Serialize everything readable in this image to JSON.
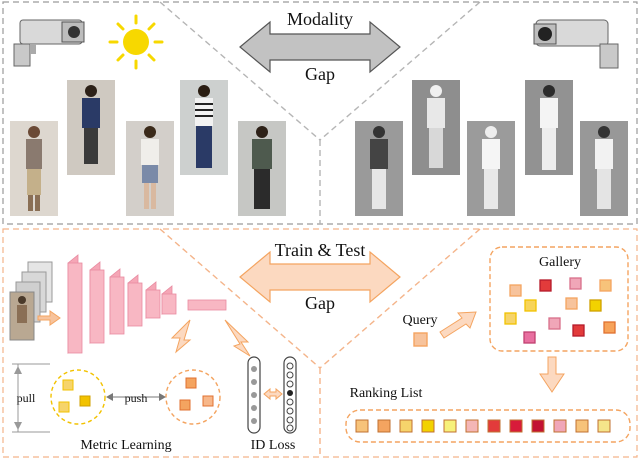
{
  "top_panel": {
    "arrow_label_top": "Modality",
    "arrow_label_bottom": "Gap",
    "visible_images": 5,
    "infrared_images": 5
  },
  "bottom_panel": {
    "arrow_label_top": "Train & Test",
    "arrow_label_bottom": "Gap",
    "metric_learning_label": "Metric Learning",
    "id_loss_label": "ID Loss",
    "pull_label": "pull",
    "push_label": "push",
    "query_label": "Query",
    "gallery_label": "Gallery",
    "ranking_label": "Ranking List"
  },
  "colors": {
    "arrow_fill": "#bfbfbf",
    "orange_arrow": "#f4a460",
    "network_pink": "#f7a8b8",
    "panel_border": "#999999",
    "orange_dash": "#f4a460"
  },
  "ranking_colors": [
    "#f7c37a",
    "#f4a460",
    "#f6d46b",
    "#f2d200",
    "#f7f17a",
    "#f4b6b6",
    "#e23b3b",
    "#d81b3a",
    "#c21232",
    "#f0a6b8",
    "#f7c37a",
    "#f5e58a"
  ],
  "gallery_colors": [
    "#f4a460",
    "#d81b3a",
    "#f0a6b8",
    "#f4a460",
    "#f7d45a",
    "#f6a98a",
    "#e86fa0",
    "#f2d200",
    "#f7a35a",
    "#e23b3b",
    "#f6d46b",
    "#f0c0d0",
    "#f7c37a"
  ]
}
